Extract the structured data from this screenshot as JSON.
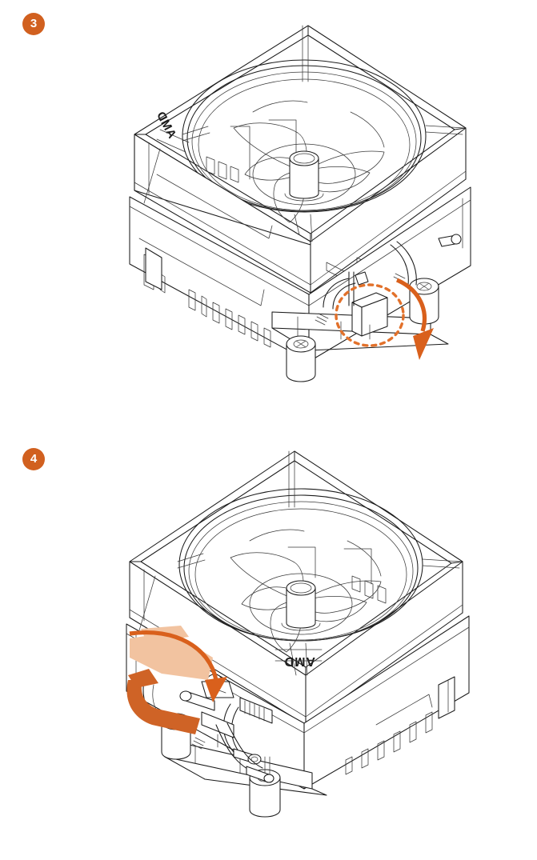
{
  "document": {
    "type": "installation-instruction-illustration",
    "background_color": "#ffffff",
    "accent_color": "#d1601f",
    "arrow_color": "#d9601c",
    "highlight_color": "#e2712b",
    "lever_fill_color": "#cf6326",
    "lever_ghost_color": "#f2c3a0",
    "line_color": "#1b1b1b"
  },
  "steps": [
    {
      "number": "3",
      "badge_label": "3",
      "illustration_name": "cpu-cooler-retention-clip",
      "brand_label": "AMD",
      "annotations": {
        "highlight_shape": "dashed-circle",
        "arrow_shape": "curved-arrow",
        "arrow_direction": "clockwise-down"
      }
    },
    {
      "number": "4",
      "badge_label": "4",
      "illustration_name": "cpu-cooler-retention-lever",
      "brand_label": "AMD",
      "annotations": {
        "highlight_shape": "lever-ghost-and-solid",
        "arrow_shape": "curved-arrow",
        "arrow_direction": "clockwise-down"
      }
    }
  ]
}
